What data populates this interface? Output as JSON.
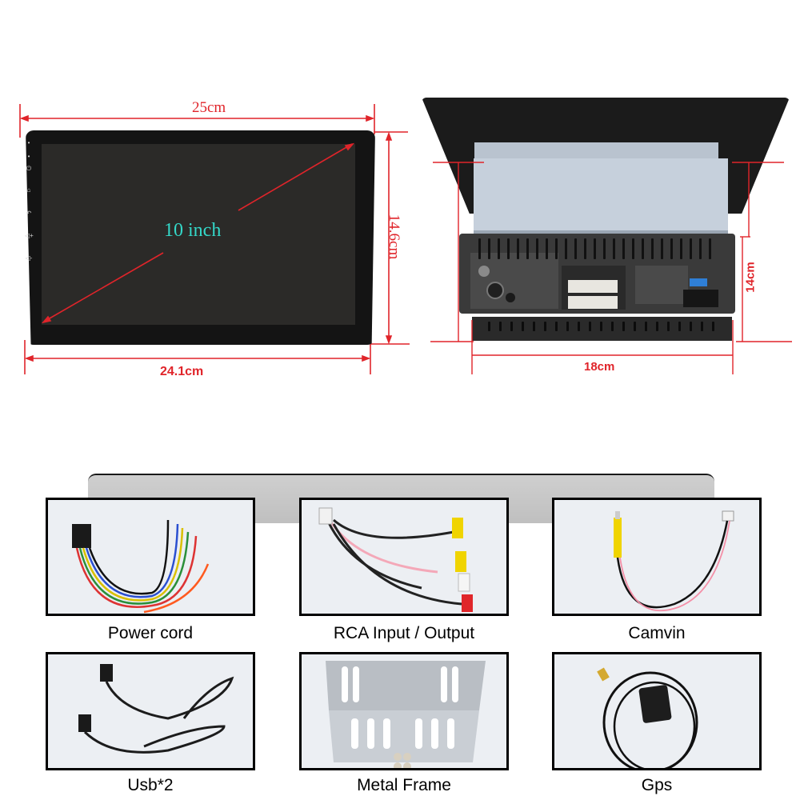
{
  "front_view": {
    "width_top_label": "25cm",
    "width_bottom_label": "24.1cm",
    "height_label": "14.6cm",
    "diagonal_label": "10 inch",
    "side_buttons": [
      "mic-indicator-icon",
      "rst-indicator-icon",
      "power-icon",
      "home-icon",
      "back-icon",
      "volume-up-icon",
      "volume-down-icon"
    ]
  },
  "rear_view": {
    "width_label": "18cm",
    "height_label": "14cm"
  },
  "accessories": {
    "items": [
      {
        "label": "Power cord"
      },
      {
        "label": "RCA Input / Output"
      },
      {
        "label": "Camvin"
      },
      {
        "label": "Usb*2"
      },
      {
        "label": "Metal Frame"
      },
      {
        "label": "Gps"
      }
    ]
  },
  "colors": {
    "dimension_red": "#e0242a",
    "diagonal_text": "#34d8c9",
    "bezel": "#141414",
    "screen": "#2b2a28"
  }
}
